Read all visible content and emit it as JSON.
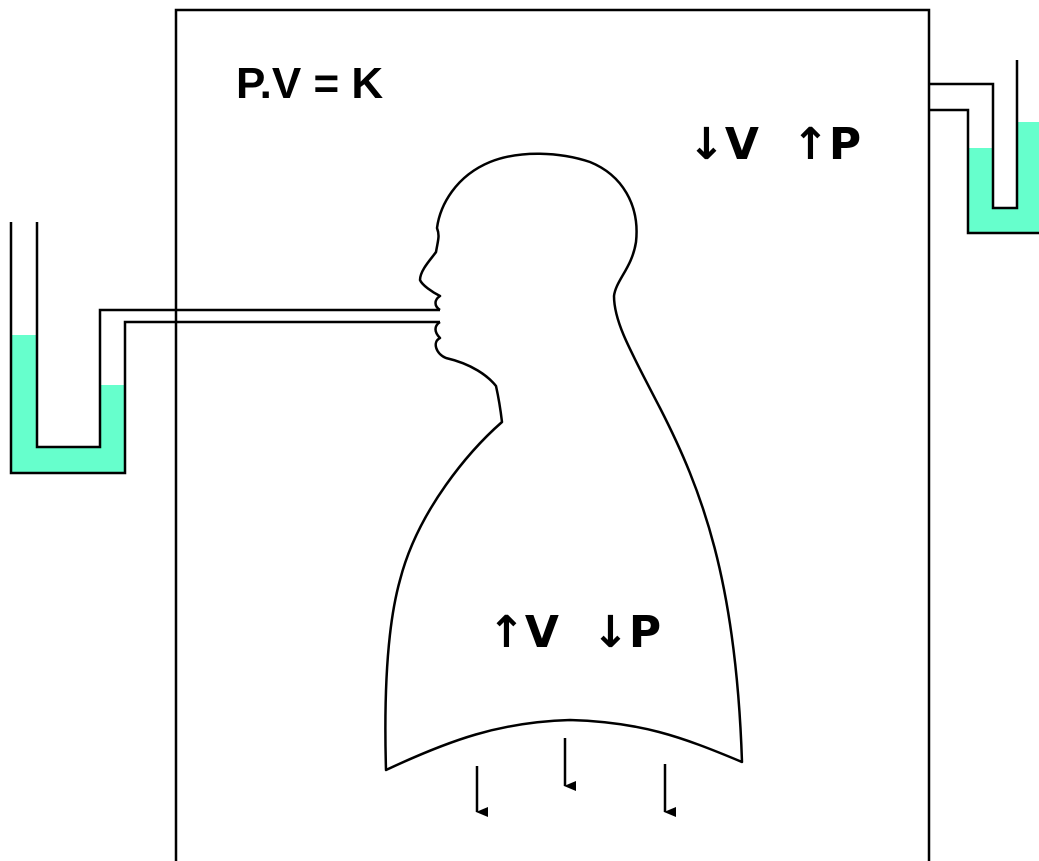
{
  "formula": "P.V = K",
  "chamber_labels": {
    "left": "↓V",
    "right": "↑P"
  },
  "lung_labels": {
    "left": "↑V",
    "right": "↓P"
  },
  "colors": {
    "manometer_fluid": "#66ffcc",
    "stroke": "#000000",
    "background": "#ffffff"
  },
  "icons": [
    "down-arrow-icon",
    "down-arrow-icon",
    "down-arrow-icon"
  ]
}
